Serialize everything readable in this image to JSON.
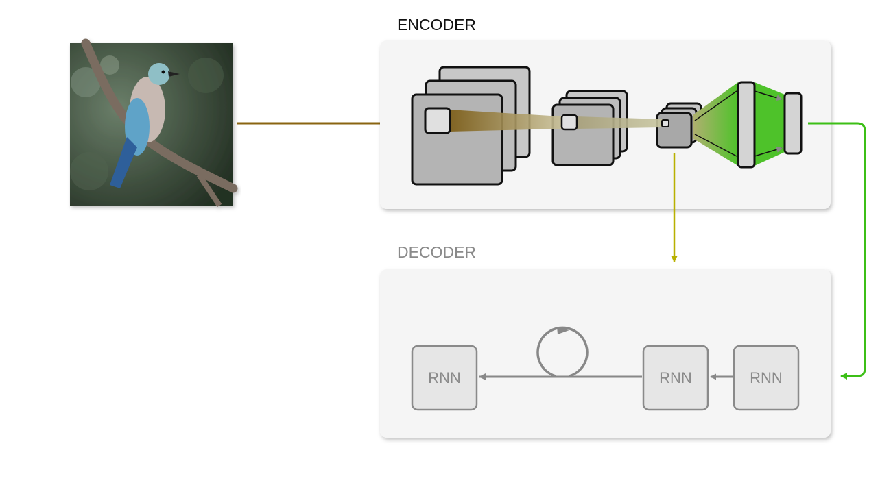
{
  "encoder": {
    "title": "ENCODER"
  },
  "decoder": {
    "title": "DECODER",
    "rnn_labels": [
      "RNN",
      "RNN",
      "RNN"
    ]
  },
  "colors": {
    "input_arrow": "#8a6411",
    "feature_arrow": "#b8b000",
    "output_arrow": "#3cbf16",
    "decoder_arrow": "#888888",
    "panel_bg": "#f5f5f5"
  },
  "input_image": {
    "subject": "bird-on-branch"
  }
}
